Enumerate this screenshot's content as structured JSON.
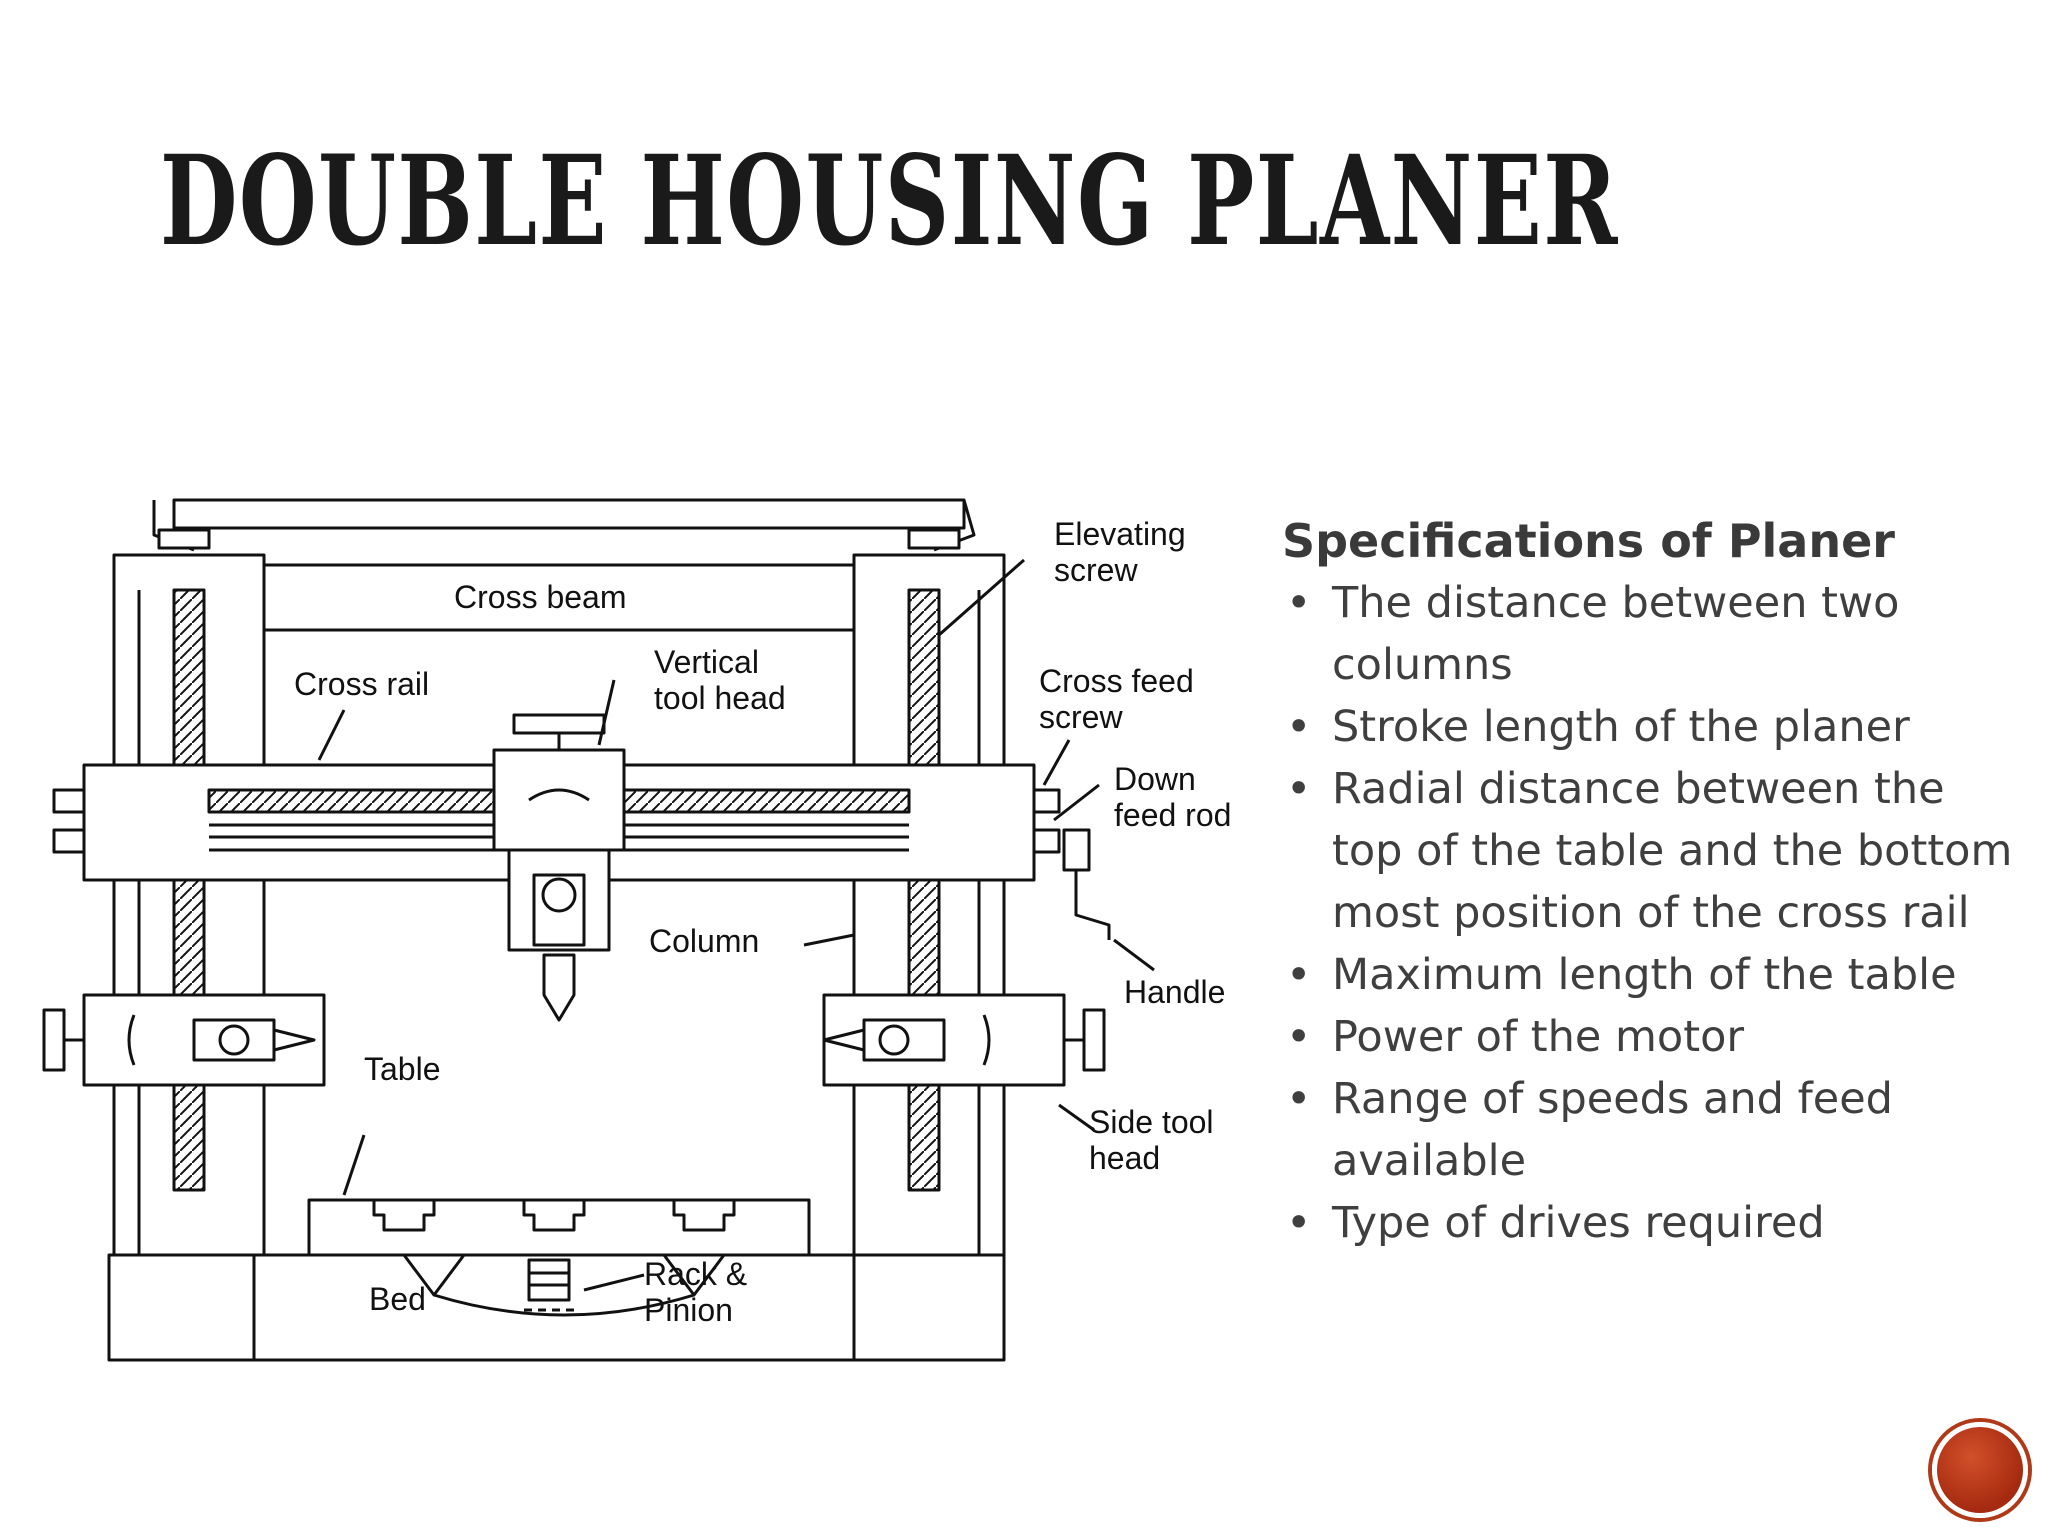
{
  "title": "DOUBLE HOUSING PLANER",
  "diagram": {
    "labels": {
      "elevating_screw": [
        "Elevating",
        "screw"
      ],
      "cross_beam": "Cross beam",
      "cross_rail": "Cross rail",
      "vertical_tool_head": [
        "Vertical",
        "tool head"
      ],
      "cross_feed_screw": [
        "Cross feed",
        "screw"
      ],
      "down_feed_rod": [
        "Down",
        "feed rod"
      ],
      "column": "Column",
      "handle": "Handle",
      "table": "Table",
      "side_tool_head": [
        "Side tool",
        "head"
      ],
      "bed": "Bed",
      "rack_pinion": [
        "Rack &",
        "Pinion"
      ]
    }
  },
  "specs": {
    "heading": "Specifications of Planer",
    "items": [
      "The distance between two columns",
      "Stroke length of the planer",
      "Radial distance between the top of the table and the bottom most position of the cross rail",
      "Maximum length of the table",
      "Power of the motor",
      "Range of speeds and feed available",
      "Type of drives required"
    ]
  },
  "colors": {
    "badge": "#b83a1a",
    "title": "#1a1a1a",
    "body_text": "#3f3f3f"
  },
  "icons": {
    "nav_badge": "circle-button-icon"
  }
}
